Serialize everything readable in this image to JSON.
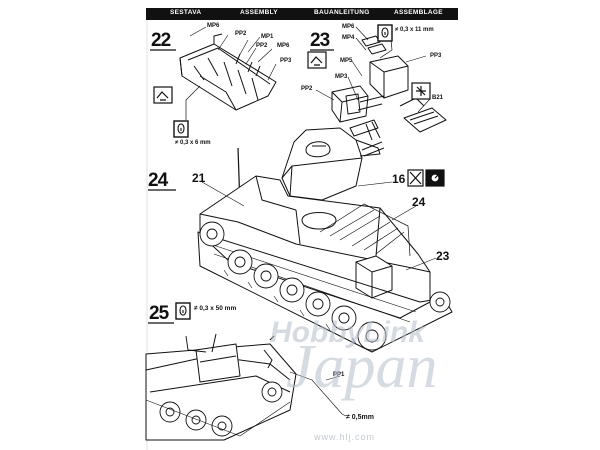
{
  "header": {
    "labels": [
      "SESTAVA",
      "ASSEMBLY",
      "BAUANLEITUNG",
      "ASSEMBLAGE"
    ]
  },
  "steps": {
    "s22": {
      "number": "22",
      "parts": [
        "MP6",
        "PP2",
        "MP1",
        "PP2",
        "MP6",
        "PP3"
      ],
      "wire_spec": "≠ 0,3 x 6 mm"
    },
    "s23": {
      "number": "23",
      "parts": [
        "MP6",
        "MP4",
        "MP5",
        "MP3",
        "PP2",
        "PP3",
        "B21"
      ],
      "wire_spec": "≠ 0,3 x 11 mm"
    },
    "s24": {
      "number": "24",
      "callouts": [
        "21",
        "16",
        "24",
        "23"
      ]
    },
    "s25": {
      "number": "25",
      "wire_spec": "≠ 0,3 x 50 mm",
      "parts": [
        "PP1"
      ],
      "detail_spec": "≠ 0,5mm"
    }
  },
  "watermark": {
    "brand_top": "HobbyLink",
    "brand_bottom": "Japan",
    "url": "www.hlj.com"
  },
  "colors": {
    "ink": "#111111",
    "paper": "#ffffff",
    "watermark": "#b4bec8"
  },
  "icons": [
    "cut-bend-icon",
    "photo-etch-icon",
    "no-glue-icon",
    "cement-icon"
  ]
}
